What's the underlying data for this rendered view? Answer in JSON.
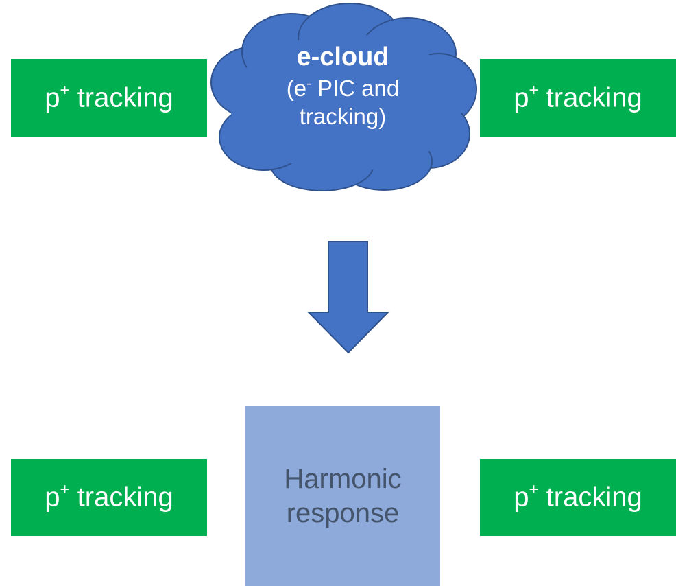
{
  "colors": {
    "tracking_box": "#00b050",
    "cloud": "#4472c4",
    "arrow": "#4472c4",
    "harmonic_box": "#8eaadb",
    "harmonic_text": "#44546a"
  },
  "top_row": {
    "left_box": {
      "base": "p",
      "superscript": "+",
      "rest": " tracking"
    },
    "cloud": {
      "title": "e-cloud",
      "line1_open": "(e",
      "line1_sup": "-",
      "line1_rest": " PIC and",
      "line2": "tracking)"
    },
    "right_box": {
      "base": "p",
      "superscript": "+",
      "rest": " tracking"
    }
  },
  "arrow": {
    "direction": "down"
  },
  "bottom_row": {
    "left_box": {
      "base": "p",
      "superscript": "+",
      "rest": " tracking"
    },
    "center_box": {
      "line1": "Harmonic",
      "line2": "response"
    },
    "right_box": {
      "base": "p",
      "superscript": "+",
      "rest": " tracking"
    }
  }
}
